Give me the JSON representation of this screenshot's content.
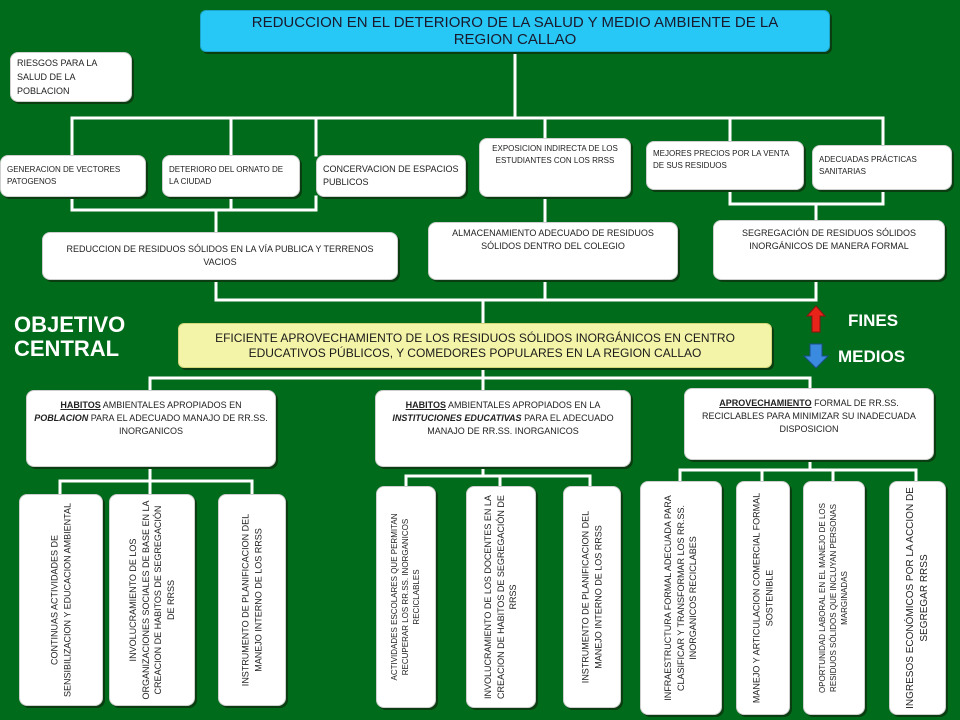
{
  "top_box": {
    "text": "REDUCCION EN EL DETERIORO DE LA SALUD Y MEDIO AMBIENTE DE LA REGION CALLAO"
  },
  "riesgos": {
    "text": "RIESGOS PARA LA SALUD DE LA POBLACION"
  },
  "effects": [
    {
      "text": "GENERACION DE VECTORES PATOGENOS"
    },
    {
      "text": "DETERIORO DEL ORNATO DE LA CIUDAD"
    },
    {
      "text": "CONCERVACION DE ESPACIOS PUBLICOS"
    },
    {
      "text": "EXPOSICION INDIRECTA DE LOS ESTUDIANTES CON LOS RRSS"
    },
    {
      "text": "MEJORES PRECIOS POR LA VENTA DE SUS RESIDUOS"
    },
    {
      "text": "ADECUADAS PRÁCTICAS SANITARIAS"
    }
  ],
  "direct_effects": [
    {
      "text": "REDUCCION DE RESIDUOS SÓLIDOS EN LA VÍA PUBLICA Y TERRENOS VACIOS"
    },
    {
      "text": "ALMACENAMIENTO ADECUADO DE RESIDUOS SÓLIDOS DENTRO DEL COLEGIO"
    },
    {
      "text": "SEGREGACIÓN DE RESIDUOS SÓLIDOS INORGÁNICOS DE MANERA FORMAL"
    }
  ],
  "central": {
    "label": "OBJETIVO CENTRAL",
    "text": "EFICIENTE APROVECHAMIENTO DE LOS RESIDUOS SÓLIDOS INORGÁNICOS EN CENTRO EDUCATIVOS PÚBLICOS, Y COMEDORES POPULARES EN LA REGION CALLAO"
  },
  "legend": {
    "fines": "FINES",
    "medios": "MEDIOS",
    "up_color": "#e8231a",
    "down_color": "#3a8be0"
  },
  "means": [
    {
      "k1": "HABITOS",
      "t1": " AMBIENTALES APROPIADOS EN ",
      "k2": "POBLACION",
      "t2": " PARA EL ADECUADO MANAJO DE RR.SS. INORGANICOS"
    },
    {
      "k1": "HABITOS",
      "t1": " AMBIENTALES APROPIADOS EN LA ",
      "k2": "INSTITUCIONES EDUCATIVAS",
      "t2": " PARA EL ADECUADO MANAJO DE RR.SS. INORGANICOS"
    },
    {
      "k1": "APROVECHAMIENTO",
      "t1": " FORMAL DE RR.SS. RECICLABLES PARA MINIMIZAR SU INADECUADA DISPOSICION"
    }
  ],
  "actions": [
    {
      "text": "CONTINUAS ACTIVIDADES DE SENSIBILIZACION Y EDUCACION AMBIENTAL"
    },
    {
      "text": "INVOLUCRAMIENTO DE LOS ORGANIZACIONES SOCIALES DE BASE EN LA CREACION DE HABITOS DE SEGREGACIÓN DE RRSS"
    },
    {
      "text": "INSTRUMENTO DE PLANIFICACION DEL MANEJO INTERNO DE LOS RRSS"
    },
    {
      "text": "ACTIVIDADES ESCOLARES QUE PERMITAN RECUPERAR LOS RR.SS. INORGANICOS RECICLABLES"
    },
    {
      "text": "INVOLUCRAMIENTO DE LOS DOCENTES EN LA CREACION DE HABITOS DE SEGREGACIÓN DE RRSS"
    },
    {
      "text": "INSTRUMENTO DE PLANIFICACION DEL MANEJO INTERNO DE LOS RRSS"
    },
    {
      "text": "INFRAESTRUCTURA FORMAL ADECUADA PARA CLASIFICAR Y TRANSFORMAR LOS RR.SS. INORGANICOS RECICLABES"
    },
    {
      "text": "MANEJO Y ARTICULACION COMERCIAL FORMAL SOSTENIBLE"
    },
    {
      "text": "OPORTUNIDAD LABORAL EN EL MANEJO DE LOS RESIDUOS SÓLIDOS QUE INCLUYAN PERSONAS MARGINADAS"
    },
    {
      "text": "INGRESOS ECONÓMICOS POR LA ACCION DE SEGREGAR RRSS"
    }
  ]
}
